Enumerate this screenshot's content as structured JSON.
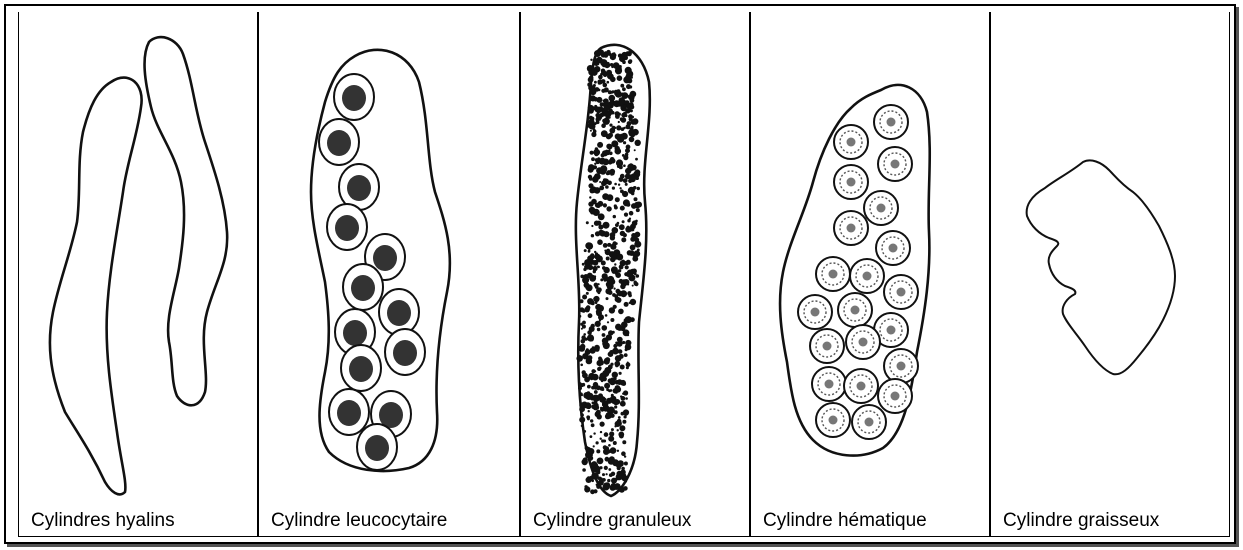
{
  "figure": {
    "panels": [
      {
        "caption": "Cylindres hyalins",
        "icon": "hyaline-cast-icon"
      },
      {
        "caption": "Cylindre leucocytaire",
        "icon": "leukocyte-cast-icon"
      },
      {
        "caption": "Cylindre granuleux",
        "icon": "granular-cast-icon"
      },
      {
        "caption": "Cylindre hématique",
        "icon": "red-cell-cast-icon"
      },
      {
        "caption": "Cylindre graisseux",
        "icon": "fatty-cast-icon"
      }
    ]
  },
  "colors": {
    "cast_fill": "#e6e6e6",
    "ink": "#111111",
    "background": "#ffffff"
  }
}
